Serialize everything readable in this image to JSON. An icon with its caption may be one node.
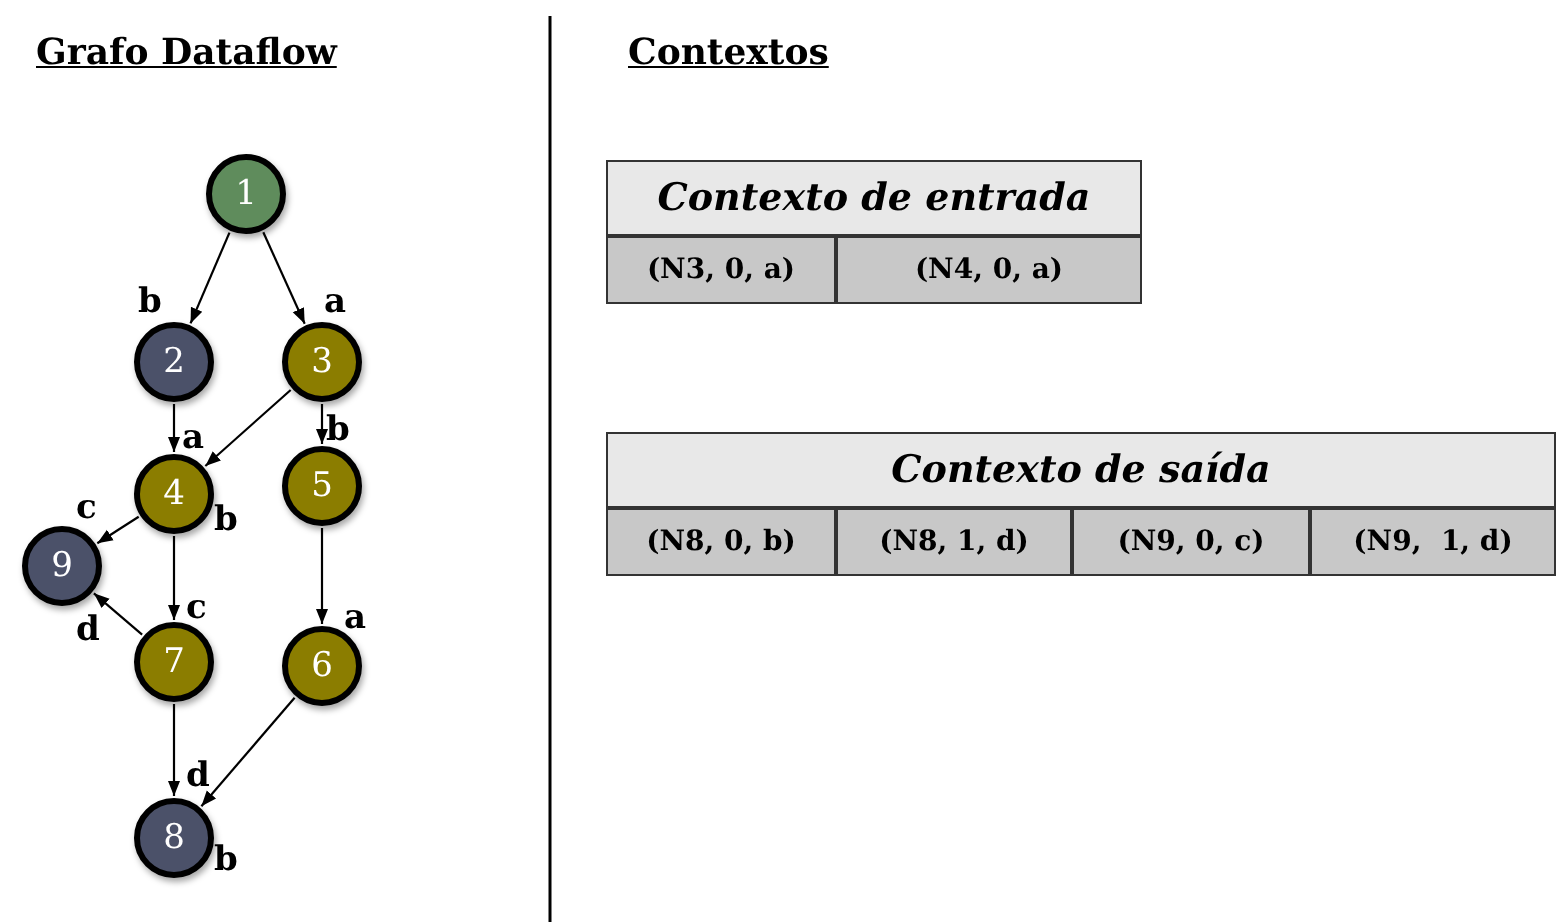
{
  "diagram": {
    "nodes": [
      {
        "text": [
          "1"
        ]
      },
      {
        "text": [
          "2"
        ]
      },
      {
        "text": [
          "3"
        ]
      },
      {
        "text": [
          "4"
        ]
      },
      {
        "text": [
          "5"
        ]
      },
      {
        "text": [
          "6"
        ]
      },
      {
        "text": [
          "7"
        ]
      },
      {
        "text": [
          "8"
        ]
      },
      {
        "text": [
          "9"
        ]
      }
    ],
    "edges": [
      {
        "from": 0,
        "to": 1,
        "arrow": "to",
        "label": "b"
      },
      {
        "from": 0,
        "to": 2,
        "arrow": "to",
        "label": "a"
      },
      {
        "from": 1,
        "to": 3,
        "arrow": "to",
        "label": "a"
      },
      {
        "from": 2,
        "to": 3,
        "arrow": "to",
        "label": "b"
      },
      {
        "from": 2,
        "to": 4,
        "arrow": "to",
        "label": "b"
      },
      {
        "from": 3,
        "to": 8,
        "arrow": "to",
        "label": "c"
      },
      {
        "from": 3,
        "to": 6,
        "arrow": "to",
        "label": "c"
      },
      {
        "from": 6,
        "to": 8,
        "arrow": "to",
        "label": "d"
      },
      {
        "from": 4,
        "to": 5,
        "arrow": "to",
        "label": "a"
      },
      {
        "from": 6,
        "to": 7,
        "arrow": "to",
        "label": "d"
      },
      {
        "from": 5,
        "to": 7,
        "arrow": "to",
        "label": "b"
      }
    ],
    "labels": [
      "Grafo Dataflow",
      "Contextos",
      "Contexto de entrada",
      "(N3, 0, a)",
      "(N4, 0, a)",
      "Contexto de saída",
      "(N8, 0, b)",
      "(N8, 1, d)",
      "(N9, 0, c)",
      "(N9,  1, d)"
    ]
  }
}
